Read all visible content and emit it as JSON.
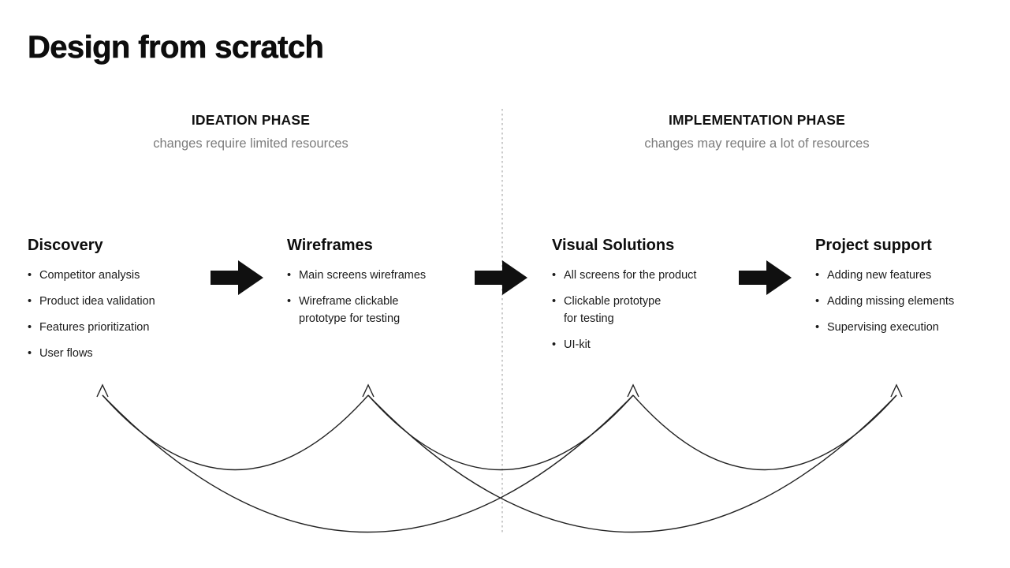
{
  "title": "Design from scratch",
  "phases": [
    {
      "name": "IDEATION PHASE",
      "subtitle": "changes require limited resources"
    },
    {
      "name": "IMPLEMENTATION PHASE",
      "subtitle": "changes may require a lot of resources"
    }
  ],
  "stages": [
    {
      "title": "Discovery",
      "items": [
        "Competitor analysis",
        "Product idea validation",
        "Features prioritization",
        "User flows"
      ]
    },
    {
      "title": "Wireframes",
      "items": [
        "Main screens wireframes",
        "Wireframe clickable prototype for testing"
      ]
    },
    {
      "title": "Visual Solutions",
      "items": [
        "All screens for the product",
        "Clickable prototype for testing",
        "UI-kit"
      ]
    },
    {
      "title": "Project support",
      "items": [
        "Adding new features",
        "Adding missing elements",
        "Supervising execution"
      ]
    }
  ],
  "icons": {
    "flow_arrow": "right-block-arrow",
    "loop_arrowhead": "up-arrowhead"
  },
  "colors": {
    "text": "#111111",
    "muted": "#7c7c7c",
    "line": "#1f1f1f",
    "divider": "#999999",
    "background": "#ffffff"
  }
}
